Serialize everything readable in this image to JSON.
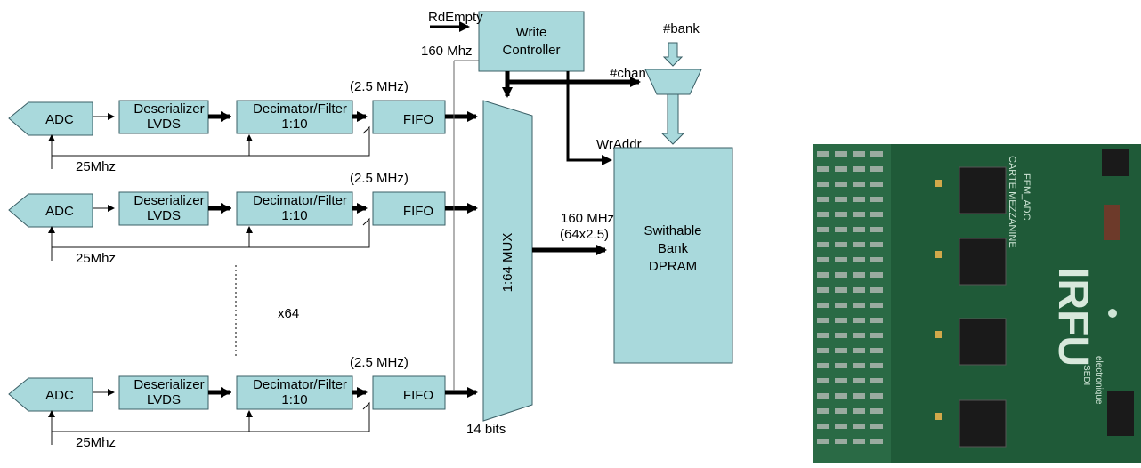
{
  "diagram": {
    "channel": {
      "adc": "ADC",
      "deserializer": [
        "Deserializer",
        "LVDS"
      ],
      "decimator": [
        "Decimator/Filter",
        "1:10"
      ],
      "fifo": "FIFO",
      "rate": "(2.5 MHz)",
      "clock": "25Mhz"
    },
    "repeat_label": "x64",
    "mux_label": "1:64 MUX",
    "mux_bits": "14 bits",
    "rd_empty": "RdEmpty",
    "write_controller": [
      "Write",
      "Controller"
    ],
    "wc_clock": "160 Mhz",
    "bank_label": "#bank",
    "chan_label": "#chan",
    "wraddr_label": "WrAddr",
    "bus_rate": [
      "160 MHz",
      "(64x2.5)"
    ],
    "dpram": [
      "Swithable",
      "Bank",
      "DPRAM"
    ]
  },
  "photo": {
    "board_text": [
      "CARTE MEZZANINE",
      "FEM_ADC"
    ],
    "logo": "IRFU",
    "side_text": [
      "SEDI",
      "electronique"
    ],
    "colors": {
      "pcb": "#1f5a38",
      "pcb_dark": "#0f3a22",
      "chip": "#1a1a1a",
      "pin": "#b7bcb7"
    }
  }
}
